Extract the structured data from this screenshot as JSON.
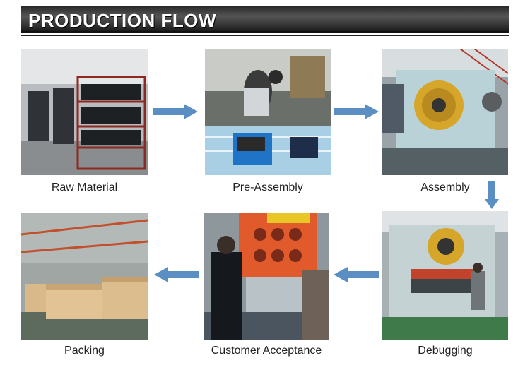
{
  "header": {
    "title": "PRODUCTION FLOW"
  },
  "steps": [
    {
      "label": "Raw Material"
    },
    {
      "label": "Pre-Assembly"
    },
    {
      "label": "Assembly"
    },
    {
      "label": "Debugging"
    },
    {
      "label": "Customer Acceptance"
    },
    {
      "label": "Packing"
    }
  ],
  "colors": {
    "arrow": "#5b8fc4",
    "banner": "#3a3a3a"
  }
}
